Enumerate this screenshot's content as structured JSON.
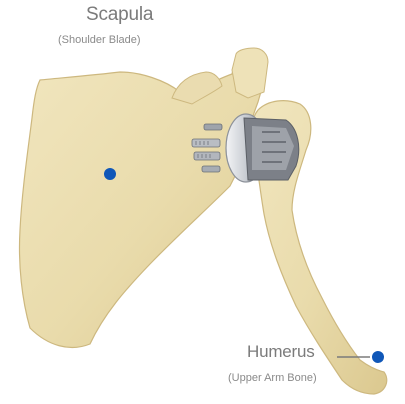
{
  "labels": {
    "scapula": {
      "title": "Scapula",
      "subtitle": "(Shoulder Blade)"
    },
    "humerus": {
      "title": "Humerus",
      "subtitle": "(Upper Arm Bone)"
    }
  },
  "colors": {
    "bone": "#eadcb0",
    "bone_shadow": "#d9c890",
    "marker": "#1057b8",
    "text": "#7b7b7b",
    "implant_metal": "#cfd3d8",
    "implant_dark": "#6f737a"
  }
}
